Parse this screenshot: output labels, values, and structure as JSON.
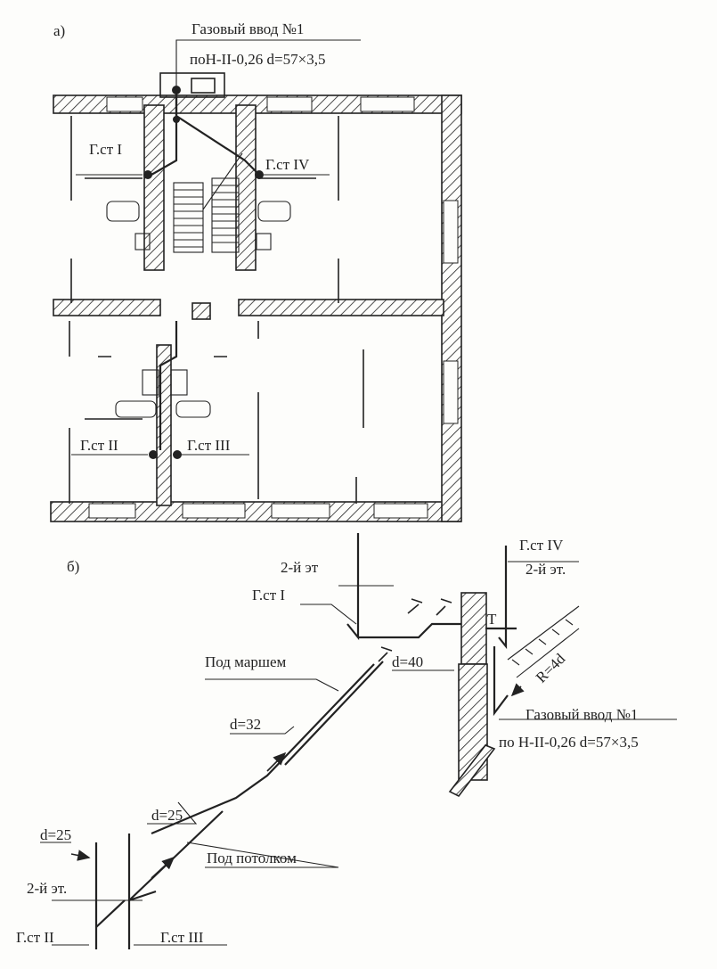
{
  "part_a": {
    "label": "а)",
    "gas_inlet_title": "Газовый ввод №1",
    "gas_inlet_spec": "поН-II-0,26 d=57×3,5",
    "riser_1": "Г.ст I",
    "riser_2": "Г.ст II",
    "riser_3": "Г.ст III",
    "riser_4": "Г.ст IV"
  },
  "part_b": {
    "label": "б)",
    "floor_2_a": "2-й эт",
    "floor_2_b": "2-й эт.",
    "floor_2_c": "2-й эт.",
    "riser_1": "Г.ст I",
    "riser_2": "Г.ст II",
    "riser_3": "Г.ст III",
    "riser_4": "Г.ст IV",
    "under_stairs": "Под маршем",
    "under_ceiling": "Под потолком",
    "d40": "d=40",
    "d32": "d=32",
    "d25_a": "d=25",
    "d25_b": "d=25",
    "tee": "T",
    "radius": "R=4d",
    "gas_inlet_title": "Газовый ввод №1",
    "gas_inlet_spec": "по Н-II-0,26 d=57×3,5"
  }
}
